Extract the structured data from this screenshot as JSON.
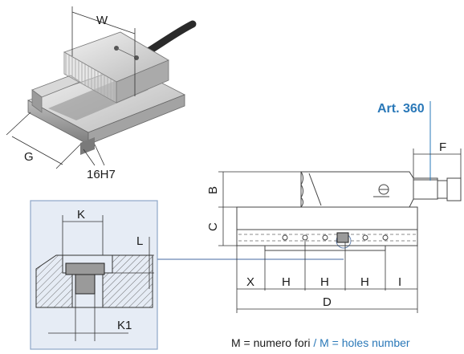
{
  "photo_labels": {
    "w": "W",
    "g": "G",
    "slot": "16H7"
  },
  "detail_labels": {
    "k": "K",
    "l": "L",
    "k1": "K1"
  },
  "drawing_labels": {
    "b": "B",
    "c": "C",
    "f": "F",
    "x": "X",
    "h1": "H",
    "h2": "H",
    "h3": "H",
    "i": "I",
    "d": "D"
  },
  "article": "Art. 360",
  "footnote": {
    "it": "M = numero fori",
    "sep": " / ",
    "en": "M = holes number"
  },
  "colors": {
    "accent": "#2a78b8",
    "detail_bg": "#e6ecf5",
    "detail_border": "#8ea6c8"
  }
}
